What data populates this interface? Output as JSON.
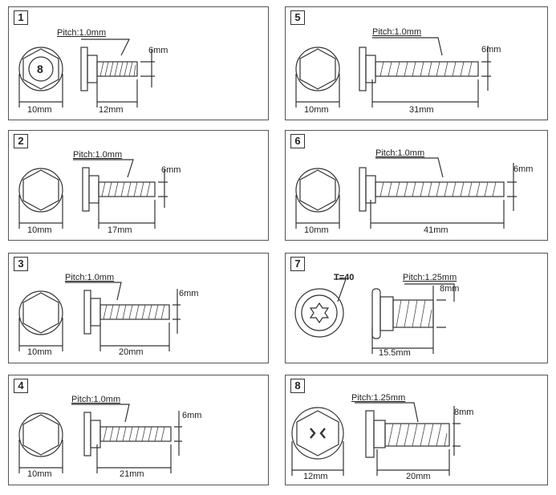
{
  "panels": [
    {
      "number": "1",
      "head": "8",
      "pitch": "Pitch:1.0mm",
      "diameter": "6mm",
      "head_width": "10mm",
      "length": "12mm"
    },
    {
      "number": "2",
      "head": "hex",
      "pitch": "Pitch:1.0mm",
      "diameter": "6mm",
      "head_width": "10mm",
      "length": "17mm"
    },
    {
      "number": "3",
      "head": "hex",
      "pitch": "Pitch:1.0mm",
      "diameter": "6mm",
      "head_width": "10mm",
      "length": "20mm"
    },
    {
      "number": "4",
      "head": "hex",
      "pitch": "Pitch:1.0mm",
      "diameter": "6mm",
      "head_width": "10mm",
      "length": "21mm"
    },
    {
      "number": "5",
      "head": "hex",
      "pitch": "Pitch:1.0mm",
      "diameter": "6mm",
      "head_width": "10mm",
      "length": "31mm"
    },
    {
      "number": "6",
      "head": "hex",
      "pitch": "Pitch:1.0mm",
      "diameter": "6mm",
      "head_width": "10mm",
      "length": "41mm"
    },
    {
      "number": "7",
      "head": "torx",
      "torx": "T=40",
      "pitch": "Pitch:1.25mm",
      "diameter": "8mm",
      "length": "15.5mm"
    },
    {
      "number": "8",
      "head": "hex-mark",
      "pitch": "Pitch:1.25mm",
      "diameter": "8mm",
      "head_width": "12mm",
      "length": "20mm"
    }
  ]
}
